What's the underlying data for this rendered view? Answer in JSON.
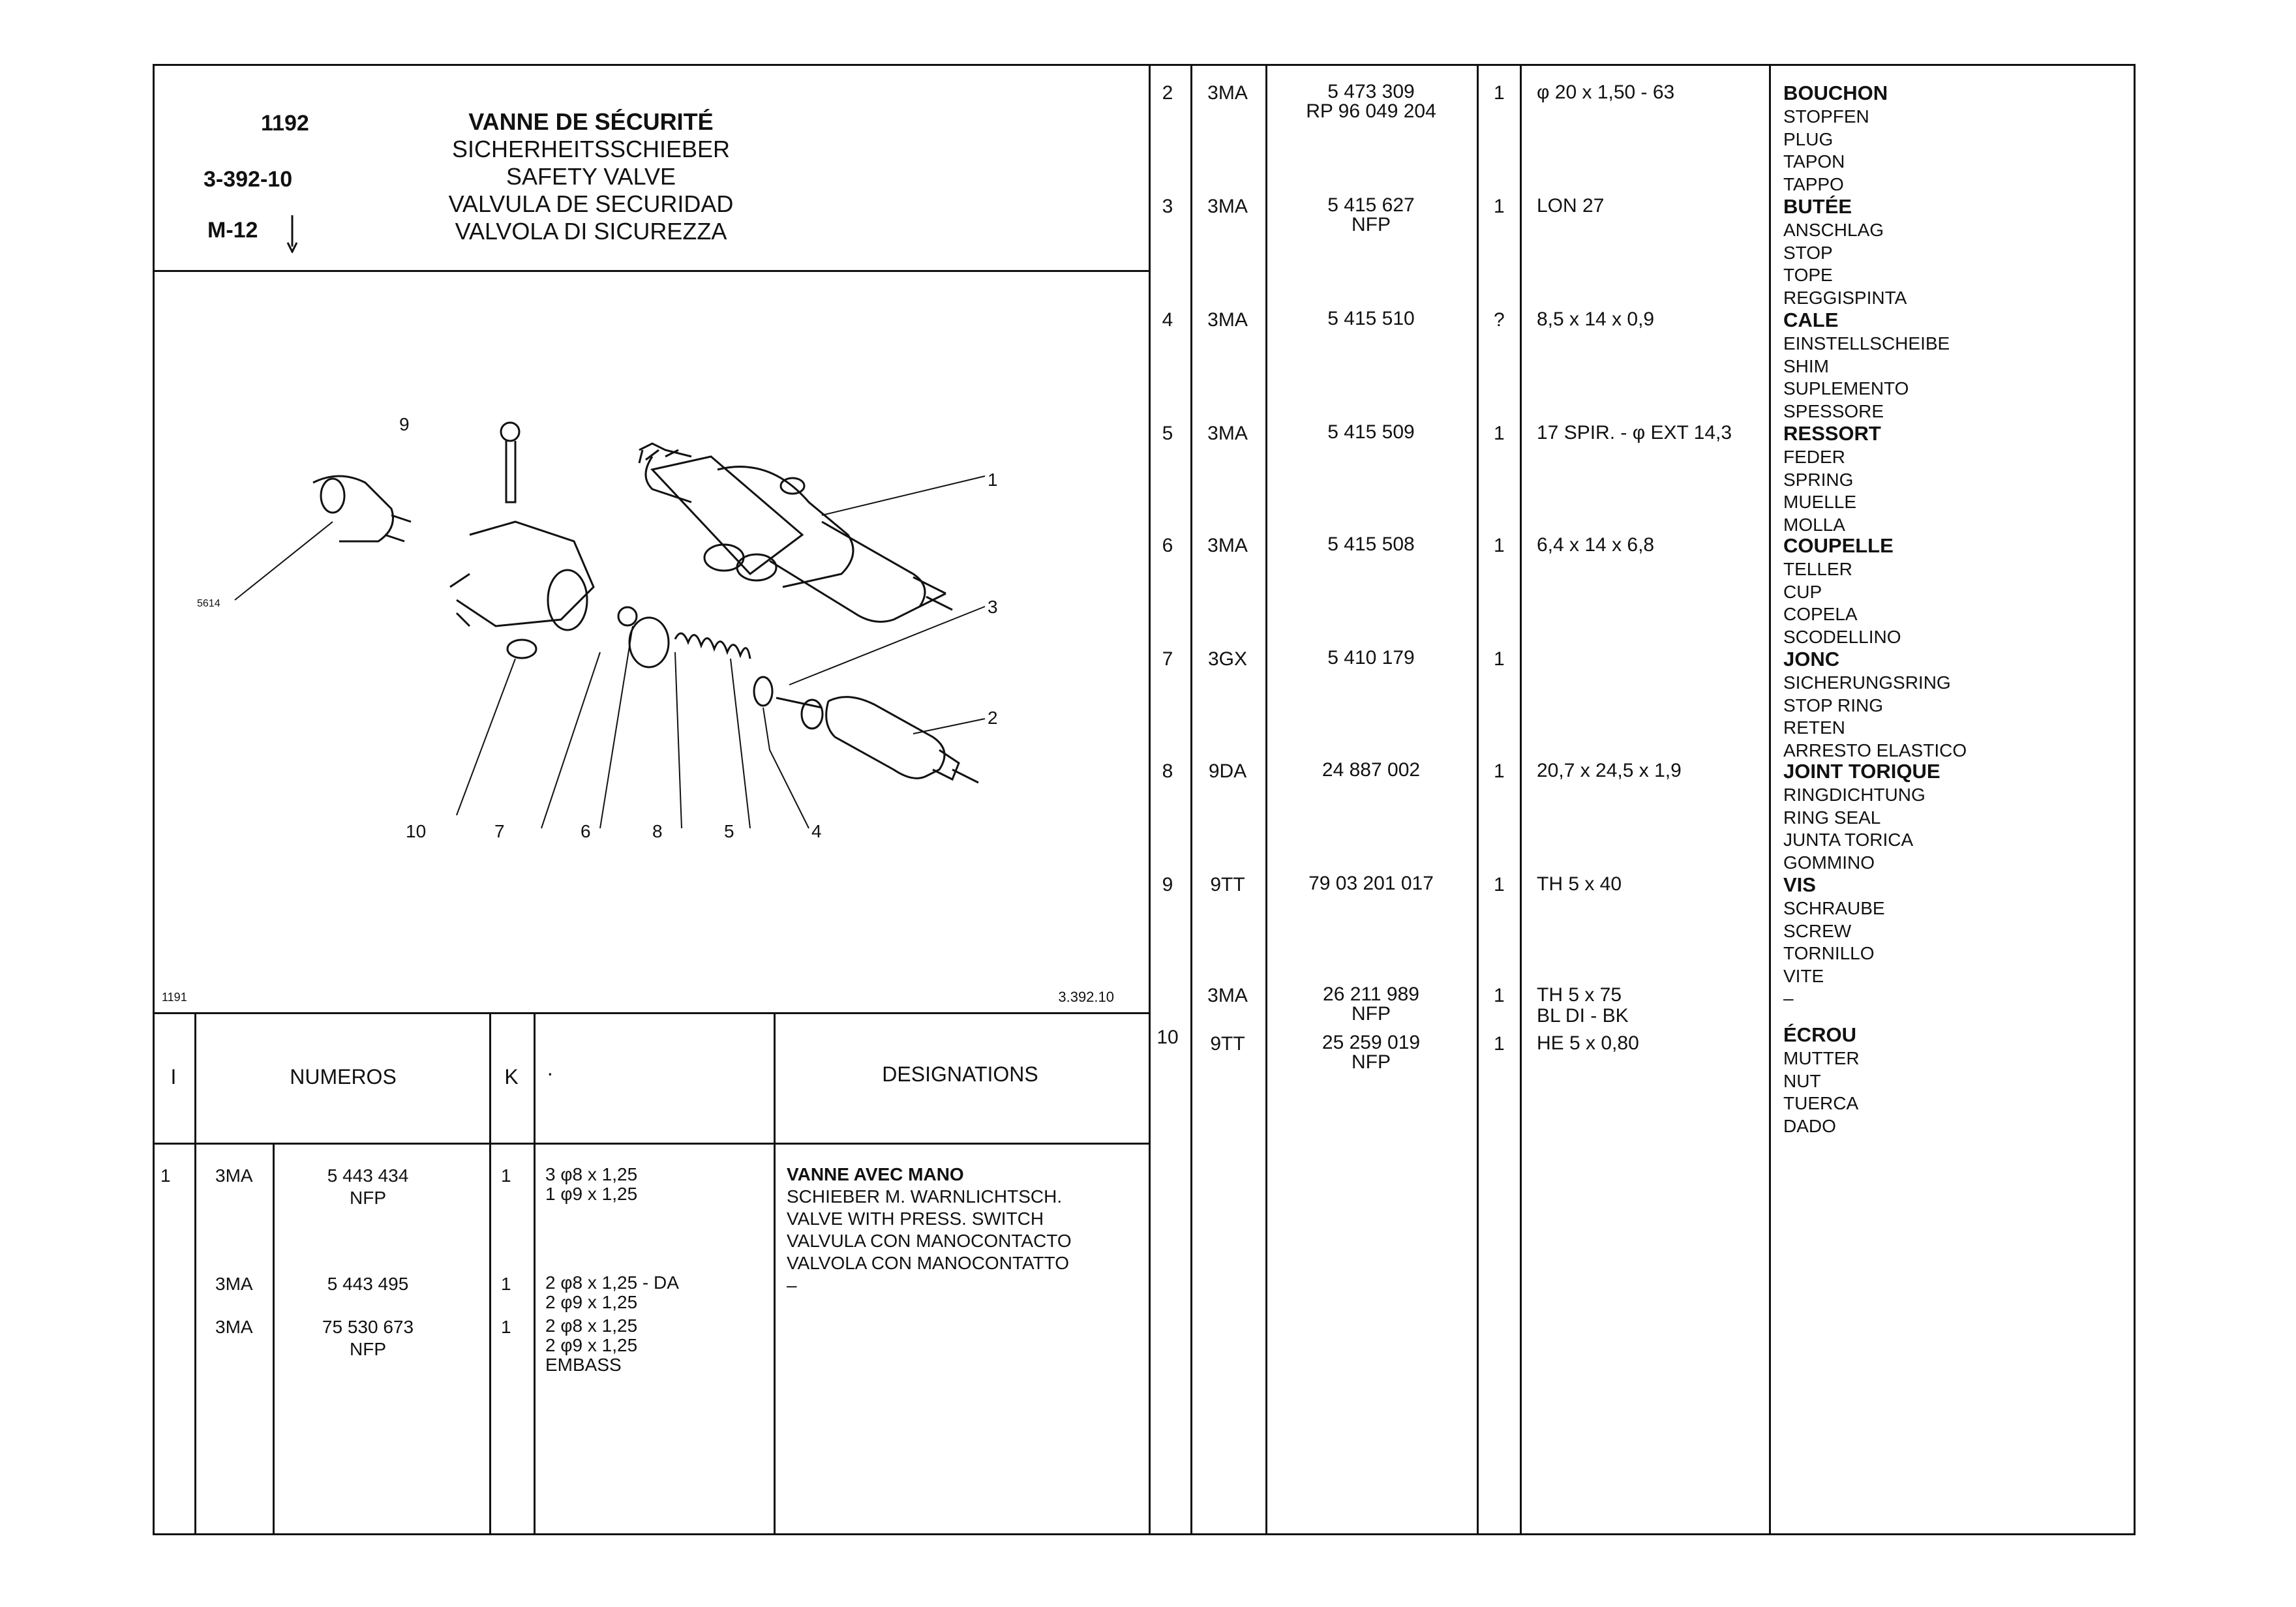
{
  "header": {
    "ref_number": "1192",
    "ref_code": "3-392-10",
    "model": "M-12",
    "titles": [
      "VANNE DE SÉCURITÉ",
      "SICHERHEITSSCHIEBER",
      "SAFETY VALVE",
      "VALVULA DE SECURIDAD",
      "VALVOLA DI SICUREZZA"
    ]
  },
  "diagram": {
    "left_ref": "1191",
    "right_ref": "3.392.10",
    "side_ref": "5614",
    "callouts": [
      "1",
      "2",
      "3",
      "4",
      "5",
      "6",
      "7",
      "8",
      "9",
      "10"
    ]
  },
  "table_head": {
    "col_i": "I",
    "col_numeros": "NUMEROS",
    "col_k": "K",
    "col_dim": "·",
    "col_designations": "DESIGNATIONS"
  },
  "left_rows": [
    {
      "pos": "1",
      "code": "3MA",
      "number": "5 443 434\nNFP",
      "qty": "1",
      "dims": "3 φ8 x 1,25\n1 φ9 x 1,25",
      "designation": "VANNE AVEC MANO",
      "translations": "SCHIEBER M. WARNLICHTSCH.\nVALVE WITH PRESS. SWITCH\nVALVULA CON MANOCONTACTO\nVALVOLA CON MANOCONTATTO\n–"
    },
    {
      "pos": "",
      "code": "3MA",
      "number": "5 443 495",
      "qty": "1",
      "dims": "2 φ8 x 1,25 - DA\n2 φ9 x 1,25",
      "designation": "",
      "translations": ""
    },
    {
      "pos": "",
      "code": "3MA",
      "number": "75 530 673\nNFP",
      "qty": "1",
      "dims": "2 φ8 x 1,25\n2 φ9 x 1,25\nEMBASS",
      "designation": "",
      "translations": ""
    }
  ],
  "right_rows": [
    {
      "pos": "2",
      "code": "3MA",
      "number": "5 473 309\nRP 96 049 204",
      "qty": "1",
      "dims": "φ 20 x 1,50 - 63",
      "designation": "BOUCHON",
      "translations": "STOPFEN\nPLUG\nTAPON\nTAPPO"
    },
    {
      "pos": "3",
      "code": "3MA",
      "number": "5 415 627\nNFP",
      "qty": "1",
      "dims": "LON 27",
      "designation": "BUTÉE",
      "translations": "ANSCHLAG\nSTOP\nTOPE\nREGGISPINTA"
    },
    {
      "pos": "4",
      "code": "3MA",
      "number": "5 415 510",
      "qty": "?",
      "dims": "8,5 x 14 x 0,9",
      "designation": "CALE",
      "translations": "EINSTELLSCHEIBE\nSHIM\nSUPLEMENTO\nSPESSORE"
    },
    {
      "pos": "5",
      "code": "3MA",
      "number": "5 415 509",
      "qty": "1",
      "dims": "17 SPIR. - φ EXT 14,3",
      "designation": "RESSORT",
      "translations": "FEDER\nSPRING\nMUELLE\nMOLLA"
    },
    {
      "pos": "6",
      "code": "3MA",
      "number": "5 415 508",
      "qty": "1",
      "dims": "6,4 x 14 x 6,8",
      "designation": "COUPELLE",
      "translations": "TELLER\nCUP\nCOPELA\nSCODELLINO"
    },
    {
      "pos": "7",
      "code": "3GX",
      "number": "5 410 179",
      "qty": "1",
      "dims": "",
      "designation": "JONC",
      "translations": "SICHERUNGSRING\nSTOP RING\nRETEN\nARRESTO ELASTICO"
    },
    {
      "pos": "8",
      "code": "9DA",
      "number": "24 887 002",
      "qty": "1",
      "dims": "20,7 x 24,5 x 1,9",
      "designation": "JOINT TORIQUE",
      "translations": "RINGDICHTUNG\nRING SEAL\nJUNTA TORICA\nGOMMINO"
    },
    {
      "pos": "9",
      "code": "9TT",
      "number": "79 03 201 017",
      "qty": "1",
      "dims": "TH 5 x 40",
      "designation": "VIS",
      "translations": "SCHRAUBE\nSCREW\nTORNILLO\nVITE\n–"
    },
    {
      "pos": "",
      "code": "3MA",
      "number": "26 211 989\nNFP",
      "qty": "1",
      "dims": "TH 5 x 75\nBL DI - BK",
      "designation": "",
      "translations": ""
    },
    {
      "pos": "10",
      "code": "9TT",
      "number": "25 259 019\nNFP",
      "qty": "1",
      "dims": "HE 5 x 0,80",
      "designation": "ÉCROU",
      "translations": "MUTTER\nNUT\nTUERCA\nDADO"
    }
  ]
}
